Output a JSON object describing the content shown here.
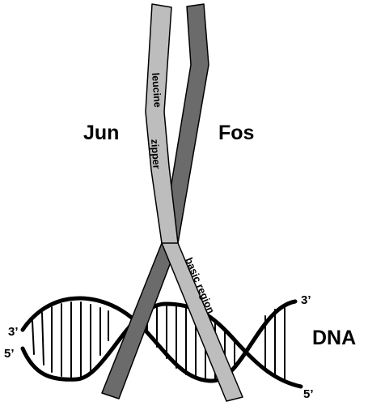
{
  "labels": {
    "jun": "Jun",
    "fos": "Fos",
    "dna": "DNA",
    "leucine": "leucine",
    "zipper": "zipper",
    "basic_region": "basic region",
    "left_three_prime": "3’",
    "left_five_prime": "5’",
    "right_three_prime": "3’",
    "right_five_prime": "5’"
  },
  "colors": {
    "jun_strand": "#bdbdbd",
    "fos_strand": "#6b6b6b",
    "dna_backbone": "#000000",
    "outline": "#000000"
  }
}
